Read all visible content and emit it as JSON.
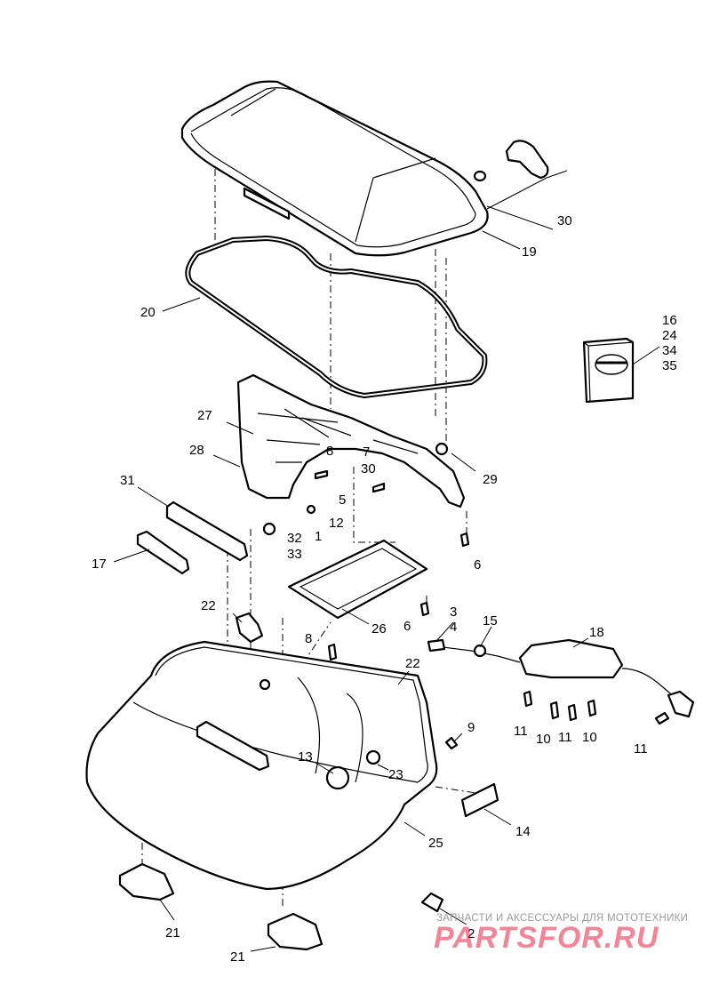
{
  "diagram": {
    "callouts": [
      {
        "id": "c30a",
        "text": "30"
      },
      {
        "id": "c19",
        "text": "19"
      },
      {
        "id": "c20",
        "text": "20"
      },
      {
        "id": "c16",
        "text": "16"
      },
      {
        "id": "c24",
        "text": "24"
      },
      {
        "id": "c34",
        "text": "34"
      },
      {
        "id": "c35",
        "text": "35"
      },
      {
        "id": "c27",
        "text": "27"
      },
      {
        "id": "c28",
        "text": "28"
      },
      {
        "id": "c8a",
        "text": "8"
      },
      {
        "id": "c7",
        "text": "7"
      },
      {
        "id": "c30b",
        "text": "30"
      },
      {
        "id": "c29",
        "text": "29"
      },
      {
        "id": "c5",
        "text": "5"
      },
      {
        "id": "c12",
        "text": "12"
      },
      {
        "id": "c1",
        "text": "1"
      },
      {
        "id": "c31",
        "text": "31"
      },
      {
        "id": "c32",
        "text": "32"
      },
      {
        "id": "c33",
        "text": "33"
      },
      {
        "id": "c6a",
        "text": "6"
      },
      {
        "id": "c17",
        "text": "17"
      },
      {
        "id": "c22a",
        "text": "22"
      },
      {
        "id": "c3",
        "text": "3"
      },
      {
        "id": "c4",
        "text": "4"
      },
      {
        "id": "c15",
        "text": "15"
      },
      {
        "id": "c18",
        "text": "18"
      },
      {
        "id": "c6b",
        "text": "6"
      },
      {
        "id": "c26",
        "text": "26"
      },
      {
        "id": "c8b",
        "text": "8"
      },
      {
        "id": "c22b",
        "text": "22"
      },
      {
        "id": "c9",
        "text": "9"
      },
      {
        "id": "c11a",
        "text": "11"
      },
      {
        "id": "c10a",
        "text": "10"
      },
      {
        "id": "c11b",
        "text": "11"
      },
      {
        "id": "c10b",
        "text": "10"
      },
      {
        "id": "c11c",
        "text": "11"
      },
      {
        "id": "c13",
        "text": "13"
      },
      {
        "id": "c23",
        "text": "23"
      },
      {
        "id": "c14",
        "text": "14"
      },
      {
        "id": "c25",
        "text": "25"
      },
      {
        "id": "c21a",
        "text": "21"
      },
      {
        "id": "c21b",
        "text": "21"
      },
      {
        "id": "c2",
        "text": "2"
      }
    ]
  },
  "watermark": {
    "caption": "ЗАПЧАСТИ И АКСЕССУАРЫ ДЛЯ МОТОТЕХНИКИ",
    "logo": "PARTSFOR.RU",
    "color": "#e82040"
  }
}
